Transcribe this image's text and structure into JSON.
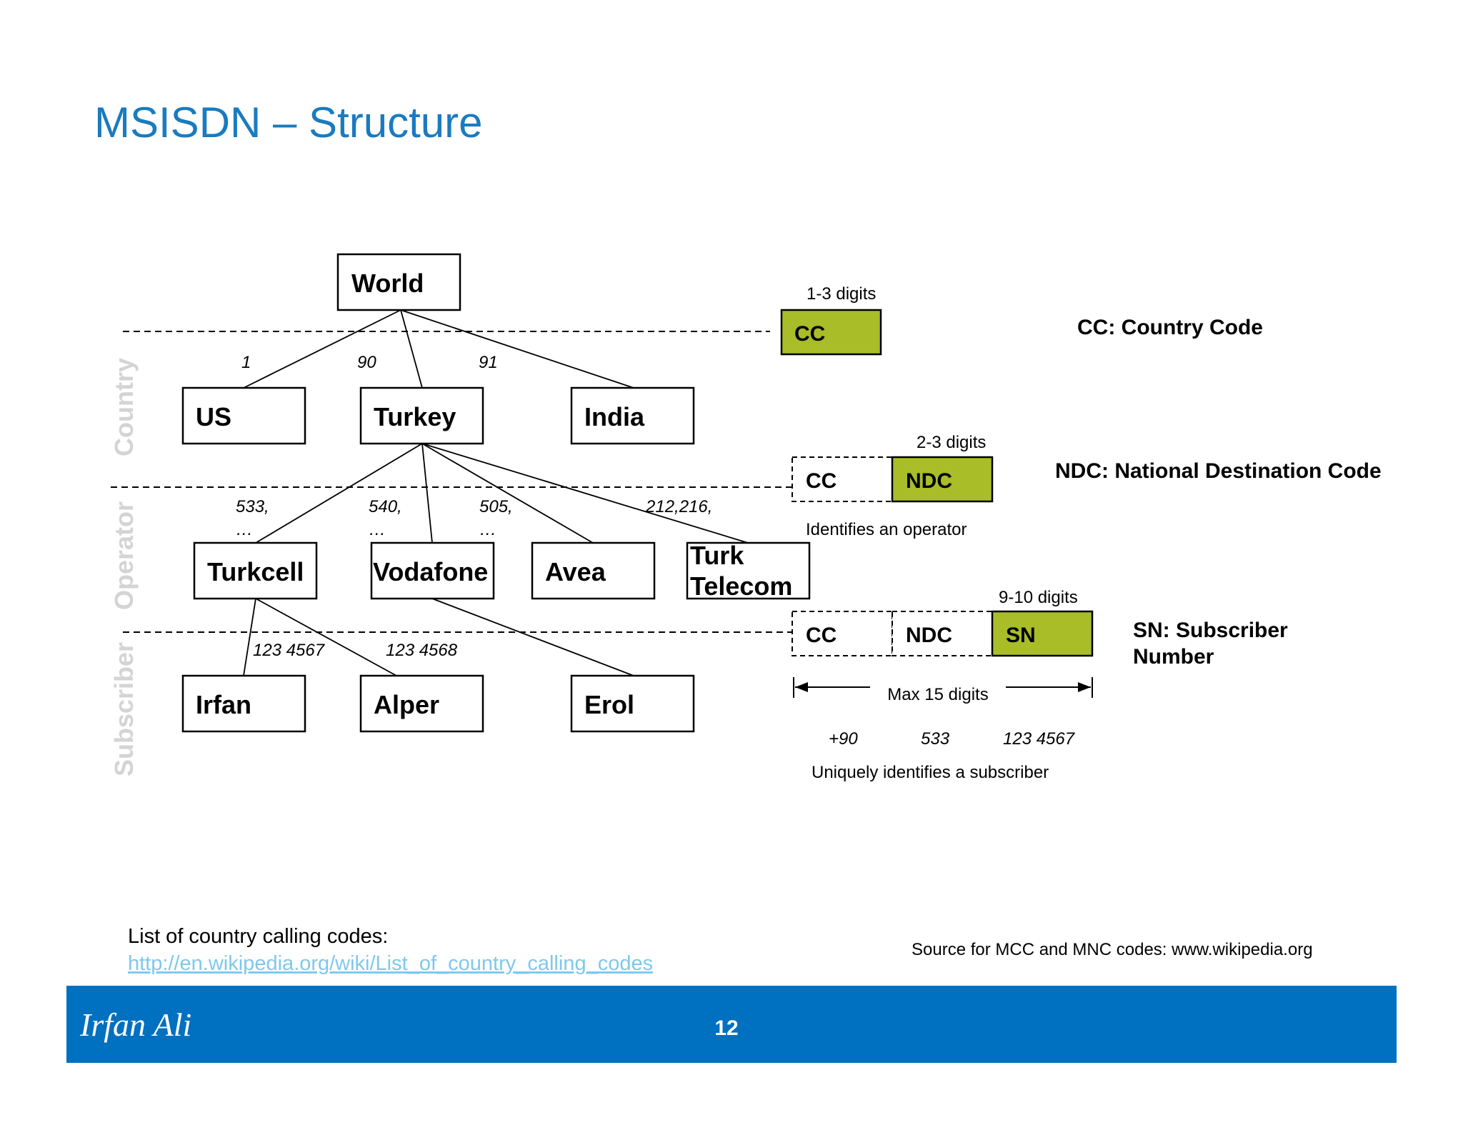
{
  "slide": {
    "title": "MSISDN – Structure"
  },
  "tree": {
    "world": "World",
    "countries": [
      "US",
      "Turkey",
      "India"
    ],
    "country_codes": [
      "1",
      "90",
      "91"
    ],
    "operators": [
      "Turkcell",
      "Vodafone",
      "Avea"
    ],
    "turk_telecom": [
      "Turk",
      "Telecom"
    ],
    "operator_codes": [
      {
        "code": "533,",
        "more": "…"
      },
      {
        "code": "540,",
        "more": "…"
      },
      {
        "code": "505,",
        "more": "…"
      },
      {
        "code": "212,216,",
        "more": ""
      }
    ],
    "subscribers": [
      "Irfan",
      "Alper",
      "Erol"
    ],
    "subscriber_codes": [
      "123 4567",
      "123 4568"
    ]
  },
  "levels": {
    "country": "Country",
    "operator": "Operator",
    "subscriber": "Subscriber"
  },
  "structure": {
    "cc_digits": "1-3 digits",
    "ndc_digits": "2-3 digits",
    "sn_digits": "9-10 digits",
    "cc": "CC",
    "ndc": "NDC",
    "sn": "SN",
    "identifies_operator": "Identifies an operator",
    "max_digits": "Max 15 digits",
    "example_cc": "+90",
    "example_ndc": "533",
    "example_sn": "123  4567",
    "identifies_subscriber": "Uniquely identifies a subscriber"
  },
  "legend": {
    "cc": "CC: Country Code",
    "ndc": "NDC: National Destination Code",
    "sn_line1": "SN: Subscriber",
    "sn_line2": "Number"
  },
  "footer": {
    "list_label": "List of country calling codes:",
    "list_link": "http://en.wikipedia.org/wiki/List_of_country_calling_codes",
    "source": "Source for MCC and MNC codes: www.wikipedia.org",
    "author": "Irfan Ali",
    "page_number": "12"
  },
  "colors": {
    "title_blue": "#1a7bbf",
    "footer_blue": "#0070c0",
    "segment_green": "#a8bd28",
    "level_gray": "#d4d4d4",
    "link_blue": "#7fc8ec"
  }
}
